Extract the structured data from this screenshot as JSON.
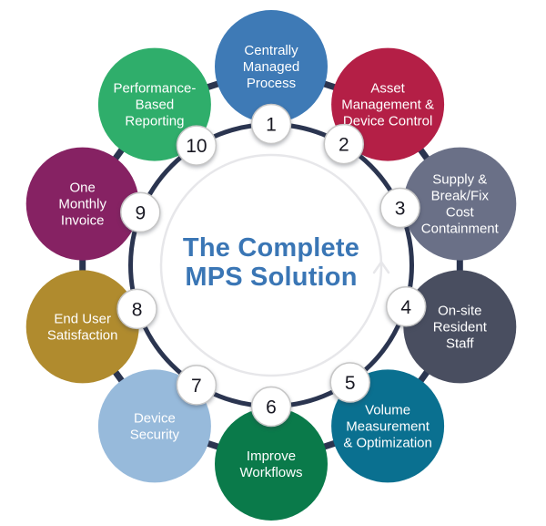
{
  "title": {
    "line1": "The Complete",
    "line2": "MPS Solution",
    "color": "#3a76b5"
  },
  "diagram": {
    "ring_color": "#2b3550",
    "chord_color": "#2b3550",
    "faint_circle_color": "#e7e7ea",
    "label_text_color": "#ffffff",
    "badge": {
      "fill": "#ffffff",
      "border": "#c6c6c6",
      "text_color": "#191923"
    }
  },
  "items": [
    {
      "number": "1",
      "label": "Centrally Managed Process",
      "lines": [
        "Centrally",
        "Managed",
        "Process"
      ],
      "color": "#3e7ab6"
    },
    {
      "number": "2",
      "label": "Asset Management & Device Control",
      "lines": [
        "Asset",
        "Management &",
        "Device Control"
      ],
      "color": "#b41f46"
    },
    {
      "number": "3",
      "label": "Supply & Break/Fix Cost Containment",
      "lines": [
        "Supply &",
        "Break/Fix",
        "Cost",
        "Containment"
      ],
      "color": "#6a7087"
    },
    {
      "number": "4",
      "label": "On-site Resident Staff",
      "lines": [
        "On-site",
        "Resident",
        "Staff"
      ],
      "color": "#494e60"
    },
    {
      "number": "5",
      "label": "Volume Measurement & Optimization",
      "lines": [
        "Volume",
        "Measurement",
        "& Optimization"
      ],
      "color": "#0a7090"
    },
    {
      "number": "6",
      "label": "Improve Workflows",
      "lines": [
        "Improve",
        "Workflows"
      ],
      "color": "#0a7a4a"
    },
    {
      "number": "7",
      "label": "Device Security",
      "lines": [
        "Device",
        "Security"
      ],
      "color": "#97badb"
    },
    {
      "number": "8",
      "label": "End User Satisfaction",
      "lines": [
        "End User",
        "Satisfaction"
      ],
      "color": "#b08b2e"
    },
    {
      "number": "9",
      "label": "One Monthly Invoice",
      "lines": [
        "One",
        "Monthly",
        "Invoice"
      ],
      "color": "#862263"
    },
    {
      "number": "10",
      "label": "Performance-Based Reporting",
      "lines": [
        "Performance-",
        "Based",
        "Reporting"
      ],
      "color": "#2fae6b"
    }
  ]
}
